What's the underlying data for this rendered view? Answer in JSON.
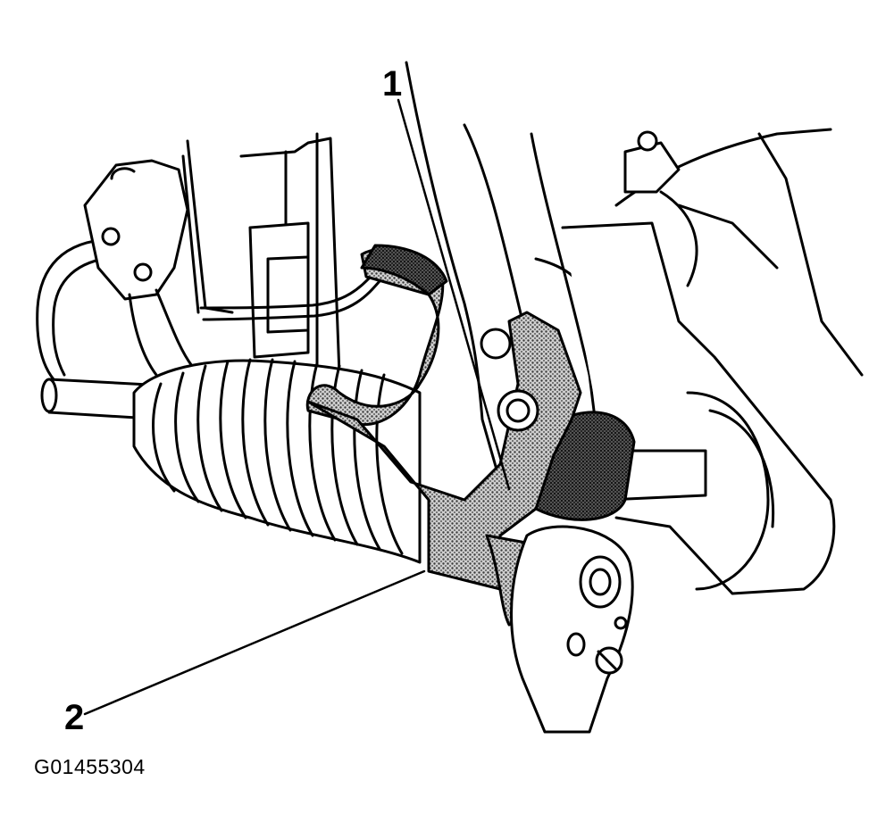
{
  "figure": {
    "callouts": [
      {
        "id": "1",
        "label": "1"
      },
      {
        "id": "2",
        "label": "2"
      }
    ],
    "figure_id": "G01455304"
  },
  "colors": {
    "line": "#000000",
    "background": "#ffffff",
    "tool_fill": "#8a8a8a",
    "dark_shade": "#4a4a4a"
  }
}
